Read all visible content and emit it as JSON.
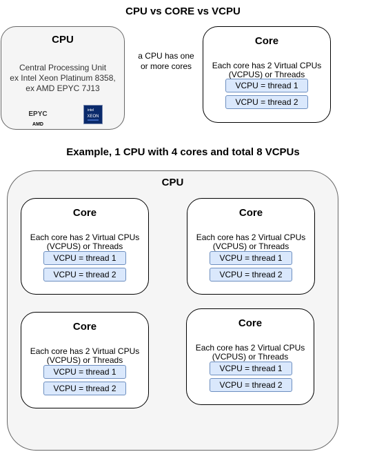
{
  "title": "CPU vs CORE vs VCPU",
  "cpu_box": {
    "title": "CPU",
    "line1": "Central Processing Unit",
    "line2": "ex Intel Xeon Platinum 8358,",
    "line3": "ex AMD EPYC 7J13",
    "logos": [
      {
        "icon": "amd-epyc-logo",
        "text_top": "EPYC",
        "text_bottom": "AMD"
      },
      {
        "icon": "intel-xeon-logo",
        "text_top": "intel",
        "text_bottom": "XEON"
      }
    ]
  },
  "relation_note": {
    "line1": "a CPU has one",
    "line2": "or more cores"
  },
  "core_box": {
    "title": "Core",
    "line1": "Each core has 2 Virtual CPUs",
    "line2": "(VCPUS) or Threads",
    "thread1": "VCPU = thread 1",
    "thread2": "VCPU = thread 2"
  },
  "example_title": "Example, 1 CPU with 4 cores and total 8 VCPUs",
  "example_cpu": {
    "title": "CPU",
    "cores": [
      {
        "title": "Core",
        "line1": "Each core has 2 Virtual CPUs",
        "line2": "(VCPUS) or Threads",
        "thread1": "VCPU = thread 1",
        "thread2": "VCPU = thread 2"
      },
      {
        "title": "Core",
        "line1": "Each core has 2 Virtual CPUs",
        "line2": "(VCPUS) or Threads",
        "thread1": "VCPU = thread 1",
        "thread2": "VCPU = thread 2"
      },
      {
        "title": "Core",
        "line1": "Each core has 2 Virtual CPUs",
        "line2": "(VCPUS) or Threads",
        "thread1": "VCPU = thread 1",
        "thread2": "VCPU = thread 2"
      },
      {
        "title": "Core",
        "line1": "Each core has 2 Virtual CPUs",
        "line2": "(VCPUS) or Threads",
        "thread1": "VCPU = thread 1",
        "thread2": "VCPU = thread 2"
      }
    ]
  },
  "colors": {
    "thread_fill": "#dae8fc",
    "thread_border": "#6c8ebf",
    "cpu_fill": "#f5f5f5",
    "cpu_border": "#666666"
  }
}
